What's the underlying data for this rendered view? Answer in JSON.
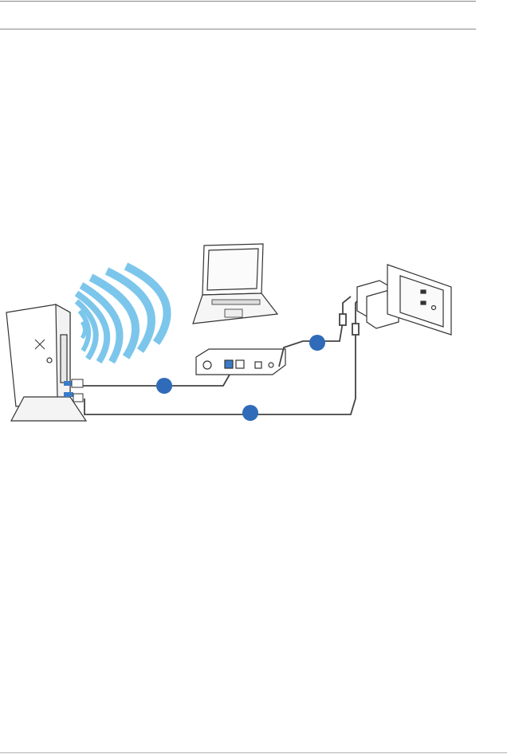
{
  "diagram": {
    "callouts": [
      {
        "id": "a",
        "label": ""
      },
      {
        "id": "b",
        "label": ""
      },
      {
        "id": "c",
        "label": ""
      }
    ],
    "colors": {
      "wifi": "#7cc6ec",
      "callout": "#2f6bb8",
      "outline": "#333333",
      "arrow": "#3a7bc8"
    },
    "devices": [
      "wireless-router",
      "laptop",
      "modem",
      "power-adapter",
      "wall-outlet"
    ]
  }
}
